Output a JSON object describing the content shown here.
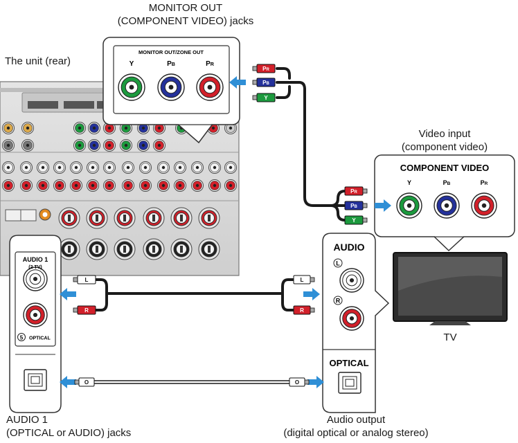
{
  "labels": {
    "monitor_out_line1": "MONITOR OUT",
    "monitor_out_line2": "(COMPONENT VIDEO) jacks",
    "unit_rear": "The unit (rear)",
    "video_input_line1": "Video input",
    "video_input_line2": "(component video)",
    "tv": "TV",
    "audio1_line1": "AUDIO 1",
    "audio1_line2": "(OPTICAL or AUDIO) jacks",
    "audio_output_line1": "Audio output",
    "audio_output_line2": "(digital optical or analog stereo)"
  },
  "monitor_panel": {
    "title": "MONITOR OUT/ZONE OUT",
    "jacks": [
      "Y",
      "PB",
      "PR"
    ]
  },
  "tv_panel": {
    "title": "COMPONENT VIDEO",
    "jacks": [
      "Y",
      "PB",
      "PR"
    ],
    "audio_title": "AUDIO",
    "audio_left": "L",
    "audio_right": "R",
    "optical_title": "OPTICAL"
  },
  "audio1_panel": {
    "title_line1": "AUDIO 1",
    "title_line2": "(2 TV)",
    "optical_number": "5",
    "optical_label": "OPTICAL"
  },
  "plugs": {
    "pr": "PR",
    "pb": "PB",
    "y": "Y",
    "l": "L",
    "r": "R",
    "o": "O"
  },
  "colors": {
    "green": "#1c9a3e",
    "blue": "#24319b",
    "red": "#d2202a",
    "arrow": "#2f8fd6",
    "panel_stroke": "#333333",
    "rear_bg": "#d6d6d6"
  }
}
